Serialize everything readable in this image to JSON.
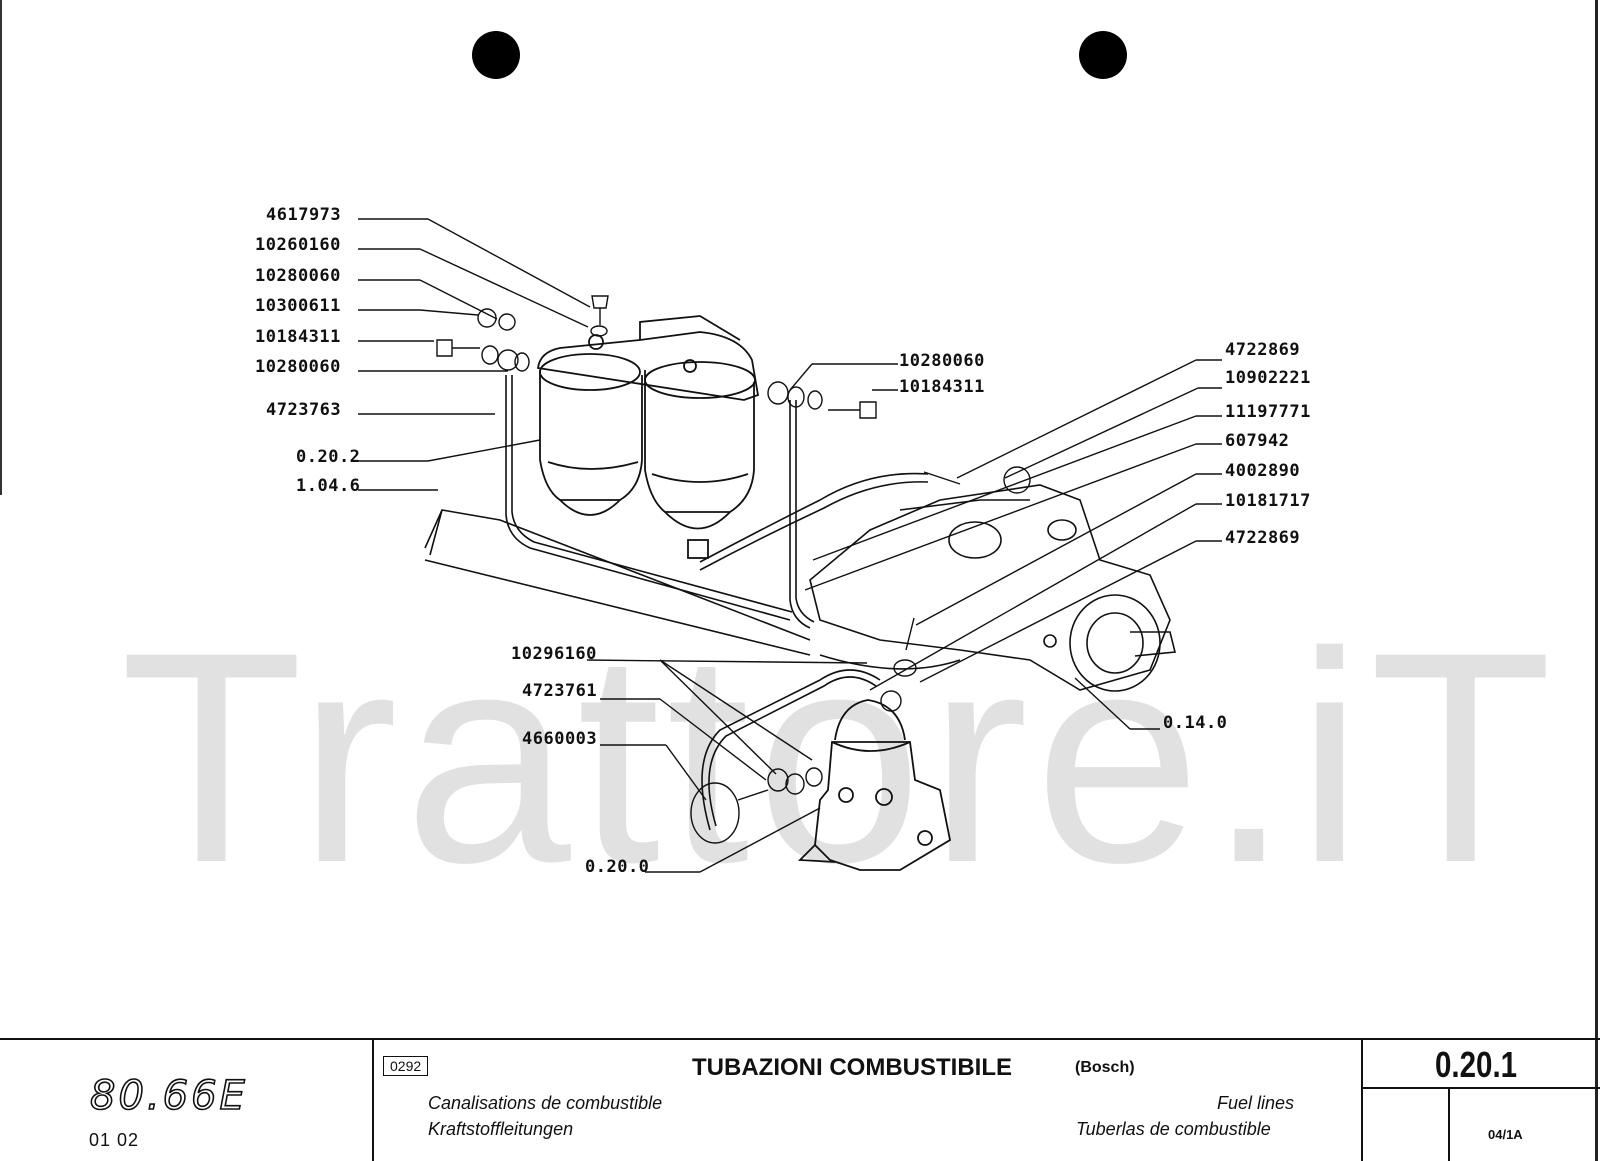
{
  "watermark": "Trattore.iT",
  "callouts": [
    {
      "id": "pn-4617973",
      "text": "4617973"
    },
    {
      "id": "pn-10260160",
      "text": "10260160"
    },
    {
      "id": "pn-10280060-a",
      "text": "10280060"
    },
    {
      "id": "pn-10300611",
      "text": "10300611"
    },
    {
      "id": "pn-10184311-a",
      "text": "10184311"
    },
    {
      "id": "pn-10280060-b",
      "text": "10280060"
    },
    {
      "id": "pn-4723763",
      "text": "4723763"
    },
    {
      "id": "pn-0-20-2",
      "text": "0.20.2"
    },
    {
      "id": "pn-1-04-6",
      "text": "1.04.6"
    },
    {
      "id": "pn-10280060-c",
      "text": "10280060"
    },
    {
      "id": "pn-10184311-b",
      "text": "10184311"
    },
    {
      "id": "pn-4722869-a",
      "text": "4722869"
    },
    {
      "id": "pn-10902221",
      "text": "10902221"
    },
    {
      "id": "pn-11197771",
      "text": "11197771"
    },
    {
      "id": "pn-607942",
      "text": "607942"
    },
    {
      "id": "pn-4002890",
      "text": "4002890"
    },
    {
      "id": "pn-10181717",
      "text": "10181717"
    },
    {
      "id": "pn-4722869-b",
      "text": "4722869"
    },
    {
      "id": "pn-10296160",
      "text": "10296160"
    },
    {
      "id": "pn-4723761",
      "text": "4723761"
    },
    {
      "id": "pn-4660003",
      "text": "4660003"
    },
    {
      "id": "pn-0-14-0",
      "text": "0.14.0"
    },
    {
      "id": "pn-0-20-0",
      "text": "0.20.0"
    }
  ],
  "title_block": {
    "model": "80.66E",
    "model_sub": "01  02",
    "ref": "0292",
    "title_it": "TUBAZIONI COMBUSTIBILE",
    "title_note": "(Bosch)",
    "title_fr": "Canalisations de combustible",
    "title_de": "Kraftstoffleitungen",
    "title_en": "Fuel lines",
    "title_es": "Tuberlas de combustible",
    "page_code": "0.20.1",
    "sheet_code": "04/1A"
  }
}
